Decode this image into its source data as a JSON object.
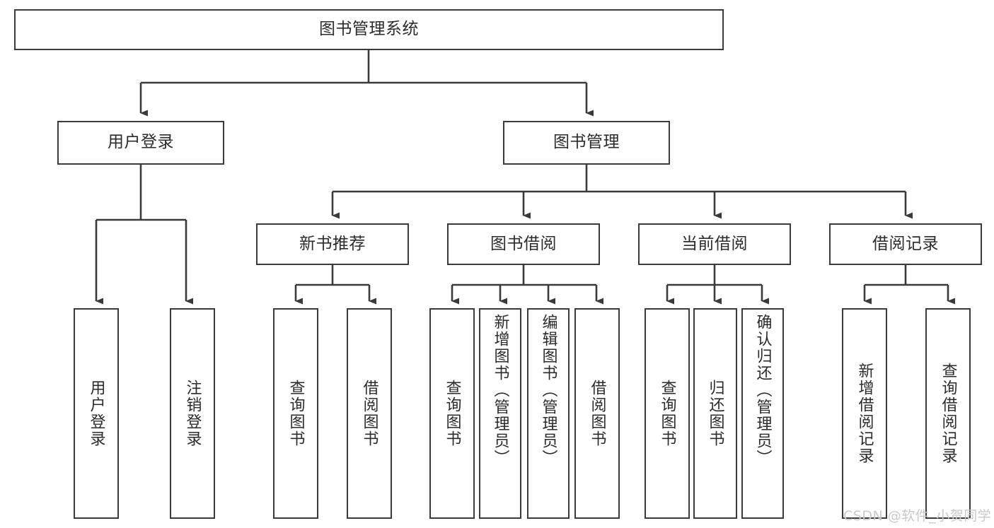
{
  "diagram": {
    "type": "tree",
    "title": "图书管理系统",
    "watermark": "CSDN @软件_小贺同学",
    "colors": {
      "box_border": "#3a3a3a",
      "box_fill": "#ffffff",
      "connector": "#3a3a3a",
      "text": "#2b2b2b",
      "watermark": "#c9c9c9",
      "background": "#ffffff"
    },
    "root": {
      "label": "图书管理系统"
    },
    "level2": [
      {
        "label": "用户登录"
      },
      {
        "label": "图书管理"
      }
    ],
    "level3": [
      {
        "label": "新书推荐"
      },
      {
        "label": "图书借阅"
      },
      {
        "label": "当前借阅"
      },
      {
        "label": "借阅记录"
      }
    ],
    "leaves": {
      "user_login": [
        {
          "label": "用户登录"
        },
        {
          "label": "注销登录"
        }
      ],
      "new_book_recommend": [
        {
          "label": "查询图书"
        },
        {
          "label": "借阅图书"
        }
      ],
      "book_borrow": [
        {
          "label": "查询图书"
        },
        {
          "label": "新增图书（管理员）"
        },
        {
          "label": "编辑图书（管理员）"
        },
        {
          "label": "借阅图书"
        }
      ],
      "current_borrow": [
        {
          "label": "查询图书"
        },
        {
          "label": "归还图书"
        },
        {
          "label": "确认归还（管理员）"
        }
      ],
      "borrow_record": [
        {
          "label": "新增借阅记录"
        },
        {
          "label": "查询借阅记录"
        }
      ]
    }
  }
}
